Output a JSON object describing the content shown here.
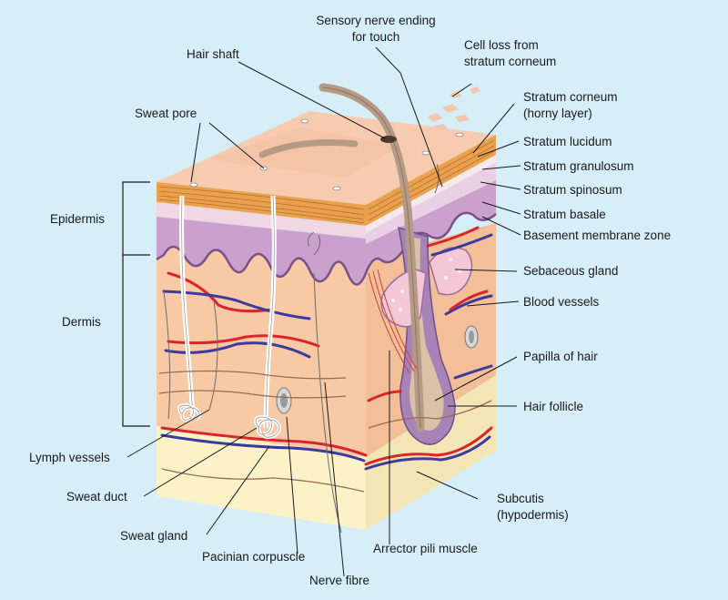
{
  "labels": {
    "sensory_nerve_line1": "Sensory nerve ending",
    "sensory_nerve_line2": "for touch",
    "cell_loss_line1": "Cell loss from",
    "cell_loss_line2": "stratum corneum",
    "hair_shaft": "Hair shaft",
    "sweat_pore": "Sweat pore",
    "stratum_corneum_line1": "Stratum corneum",
    "stratum_corneum_line2": "(horny layer)",
    "stratum_lucidum": "Stratum lucidum",
    "stratum_granulosum": "Stratum granulosum",
    "stratum_spinosum": "Stratum spinosum",
    "stratum_basale": "Stratum basale",
    "basement_membrane": "Basement membrane zone",
    "sebaceous_gland": "Sebaceous gland",
    "blood_vessels": "Blood vessels",
    "papilla_of_hair": "Papilla of hair",
    "hair_follicle": "Hair follicle",
    "epidermis": "Epidermis",
    "dermis": "Dermis",
    "lymph_vessels": "Lymph vessels",
    "sweat_duct": "Sweat duct",
    "sweat_gland": "Sweat gland",
    "pacinian_corpuscle": "Pacinian corpuscle",
    "nerve_fibre": "Nerve fibre",
    "arrector_pili": "Arrector pili muscle",
    "subcutis_line1": "Subcutis",
    "subcutis_line2": "(hypodermis)"
  },
  "colors": {
    "background": "#d5eef8",
    "skin_top": "#f7cbb0",
    "dermis": "#f7c9a4",
    "dermis_side": "#eeb890",
    "subcutis": "#fbf2c8",
    "spinosum": "#c9a1cc",
    "stratum_corneum": "#e9a14e",
    "artery": "#d8262a",
    "vein": "#3c3aa0",
    "hair": "#b59a85",
    "nerve": "#6d6d6d"
  }
}
